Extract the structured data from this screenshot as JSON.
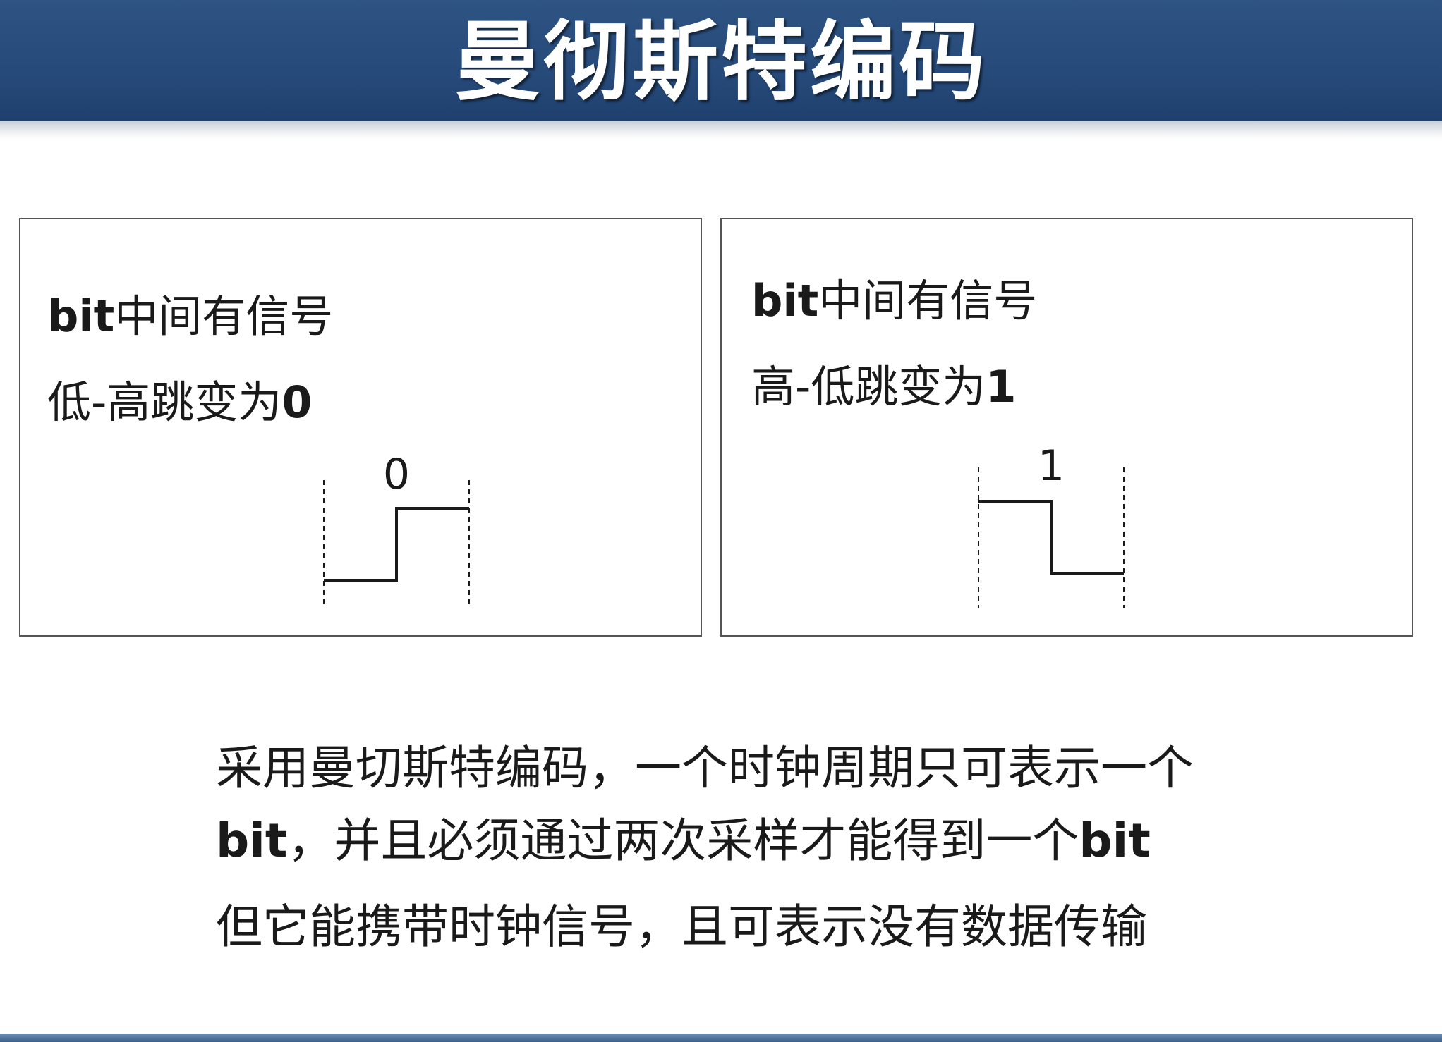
{
  "header": {
    "title": "曼彻斯特编码"
  },
  "panels": [
    {
      "line1_bold": "bit",
      "line1_rest": "中间有信号",
      "line2_pre": "低-高跳变为",
      "line2_bold": "0",
      "wave_label": "0",
      "bit_value": 0,
      "transition": "low-to-high"
    },
    {
      "line1_bold": "bit",
      "line1_rest": "中间有信号",
      "line2_pre": "高-低跳变为",
      "line2_bold": "1",
      "wave_label": "1",
      "bit_value": 1,
      "transition": "high-to-low"
    }
  ],
  "summary": {
    "line1": "采用曼切斯特编码，一个时钟周期只可表示一个",
    "line2_bold_a": "bit",
    "line2_mid": "，并且必须通过两次采样才能得到一个",
    "line2_bold_b": "bit",
    "line3": "但它能携带时钟信号，且可表示没有数据传输"
  },
  "colors": {
    "header_bg": "#2a4f7e",
    "title_text": "#ffffff",
    "panel_border": "#555555",
    "signal_line": "#1a1a1a"
  }
}
